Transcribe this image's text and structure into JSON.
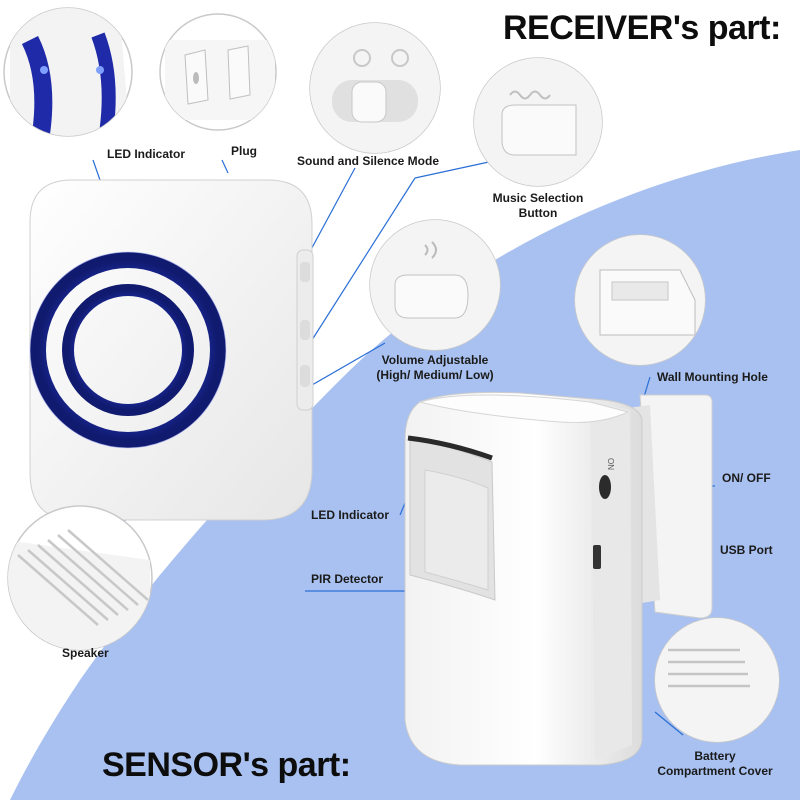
{
  "headings": {
    "receiver": "RECEIVER's part:",
    "sensor": "SENSOR's part:"
  },
  "labels": {
    "led_indicator_receiver": "LED Indicator",
    "plug": "Plug",
    "sound_silence": "Sound and Silence Mode",
    "music_selection_line1": "Music Selection",
    "music_selection_line2": "Button",
    "volume_line1": "Volume Adjustable",
    "volume_line2": "(High/ Medium/ Low)",
    "speaker": "Speaker",
    "wall_mounting": "Wall Mounting Hole",
    "led_indicator_sensor": "LED Indicator",
    "pir_detector": "PIR Detector",
    "on_off": "ON/ OFF",
    "usb_port": "USB Port",
    "battery_line1": "Battery",
    "battery_line2": "Compartment Cover"
  },
  "colors": {
    "accent_line": "#2a6fd6",
    "background_blob": "#a9c1f0",
    "led_blue": "#1f2a8c",
    "device_white": "#f7f7f7"
  }
}
